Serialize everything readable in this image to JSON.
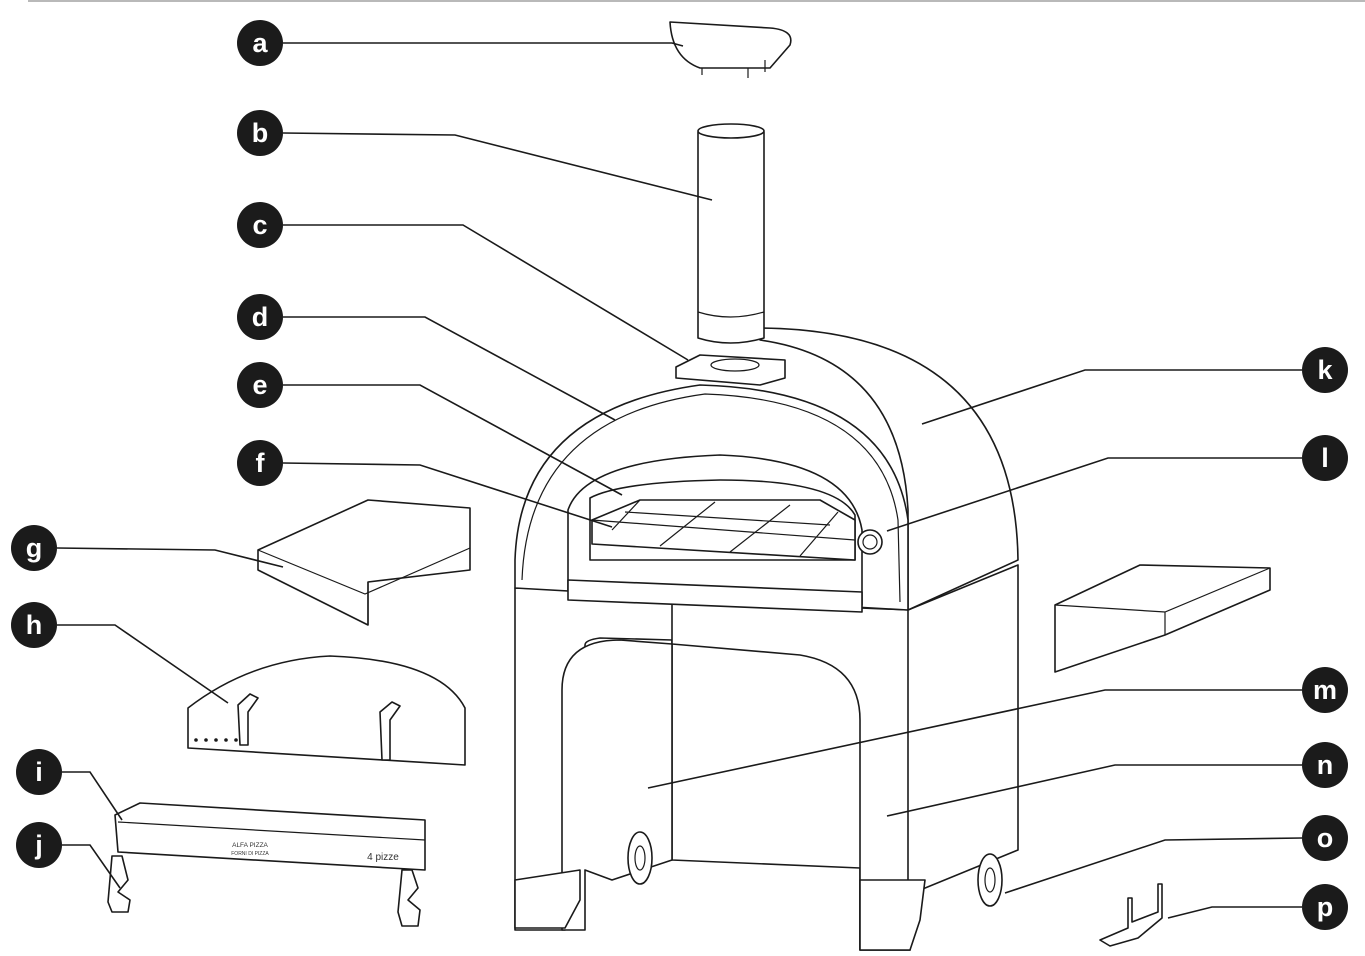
{
  "callouts": [
    {
      "id": "a",
      "label": "a"
    },
    {
      "id": "b",
      "label": "b"
    },
    {
      "id": "c",
      "label": "c"
    },
    {
      "id": "d",
      "label": "d"
    },
    {
      "id": "e",
      "label": "e"
    },
    {
      "id": "f",
      "label": "f"
    },
    {
      "id": "g",
      "label": "g"
    },
    {
      "id": "h",
      "label": "h"
    },
    {
      "id": "i",
      "label": "i"
    },
    {
      "id": "j",
      "label": "j"
    },
    {
      "id": "k",
      "label": "k"
    },
    {
      "id": "l",
      "label": "l"
    },
    {
      "id": "m",
      "label": "m"
    },
    {
      "id": "n",
      "label": "n"
    },
    {
      "id": "o",
      "label": "o"
    },
    {
      "id": "p",
      "label": "p"
    }
  ],
  "door_plate": {
    "brand": "ALFA PIZZA",
    "tagline": "FORNI DI PIZZA",
    "capacity": "4 pizze"
  },
  "colors": {
    "line": "#1a1a1a",
    "badge": "#1b1b1b",
    "badge_text": "#ffffff"
  }
}
